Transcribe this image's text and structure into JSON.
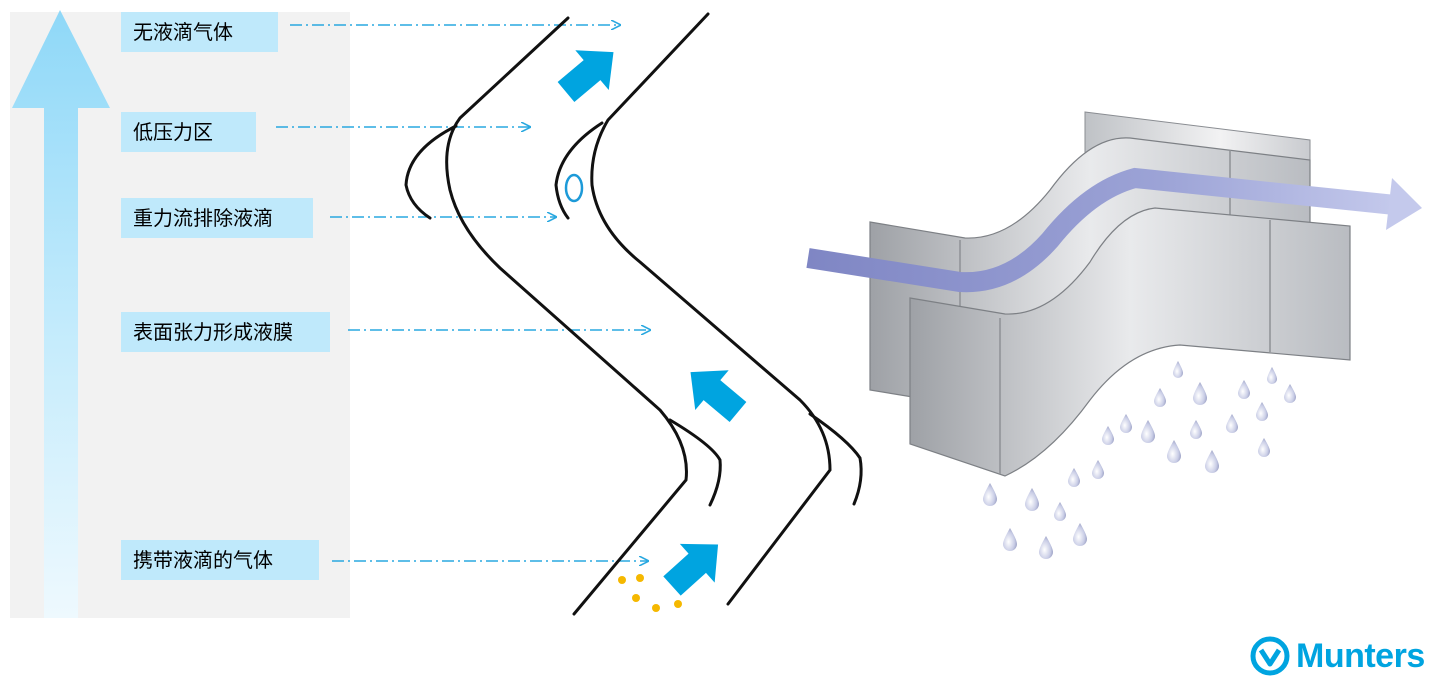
{
  "labels": [
    {
      "id": "dry-gas",
      "text": "无液滴气体"
    },
    {
      "id": "low-pressure",
      "text": "低压力区"
    },
    {
      "id": "gravity-drain",
      "text": "重力流排除液滴"
    },
    {
      "id": "surface-tension",
      "text": "表面张力形成液膜"
    },
    {
      "id": "wet-gas",
      "text": "携带液滴的气体"
    }
  ],
  "brand": {
    "name": "Munters",
    "color": "#00a4e0"
  },
  "icons": [
    "up-flow-arrow-icon",
    "flow-arrow-icon",
    "droplet-icon",
    "munters-logo-icon"
  ],
  "colors": {
    "label_bg": "#bfe9fb",
    "flow_arrow": "#00a4e0",
    "leader": "#29a8e0",
    "droplet_dots": "#f5b800",
    "panel": "#f2f2f2"
  }
}
